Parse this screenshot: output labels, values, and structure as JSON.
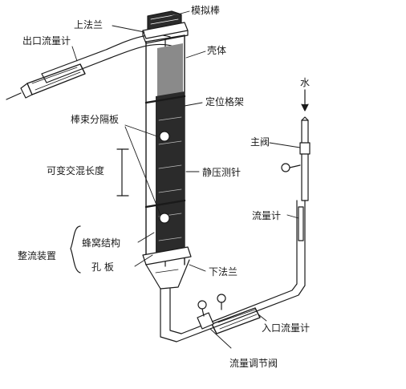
{
  "diagram": {
    "labels": {
      "simulated_rod": "模拟棒",
      "upper_flange": "上法兰",
      "outlet_flowmeter": "出口流量计",
      "shell": "壳体",
      "positioning_grid": "定位格架",
      "rod_bundle_spacer": "棒束分隔板",
      "water": "水",
      "main_valve": "主阀",
      "variable_mixing_length": "可变交混长度",
      "static_pressure_probe": "静压测针",
      "flowmeter": "流量计",
      "honeycomb_structure": "蜂窝结构",
      "flow_straightener": "整流装置",
      "orifice_plate": "孔  板",
      "lower_flange": "下法兰",
      "inlet_flowmeter": "入口流量计",
      "flow_control_valve": "流量调节阀"
    },
    "colors": {
      "ink": "#1a1a1a",
      "fill_dark": "#2b2b2b",
      "fill_mid": "#8a8a8a",
      "paper": "#ffffff"
    }
  }
}
